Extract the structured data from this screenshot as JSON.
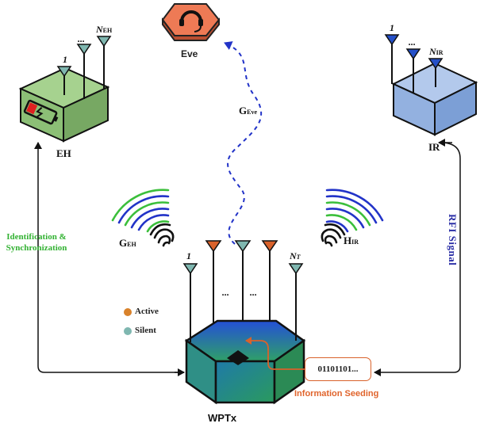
{
  "labels": {
    "eve": "Eve",
    "eh": "EH",
    "ir": "IR",
    "wptx": "WPTx",
    "identification": "Identification & Synchronization",
    "rfi_signal": "RFI Signal",
    "g_eve_main": "G",
    "g_eve_sub": "Eve",
    "g_eh_main": "G",
    "g_eh_sub": "EH",
    "h_ir_main": "H",
    "h_ir_sub": "IR",
    "bits": "01101101...",
    "information_seeding": "Information Seeding"
  },
  "antenna_labels": {
    "eh_first": "1",
    "eh_dots": "...",
    "eh_last_main": "N",
    "eh_last_sub": "EH",
    "ir_first": "1",
    "ir_dots": "...",
    "ir_last_main": "N",
    "ir_last_sub": "IR",
    "tx_first": "1",
    "tx_dots_a": "...",
    "tx_dots_b": "...",
    "tx_last_main": "N",
    "tx_last_sub": "T"
  },
  "legend": [
    {
      "label": "Active",
      "color": "#d9822b"
    },
    {
      "label": "Silent",
      "color": "#7fb7b0"
    }
  ],
  "colors": {
    "eh_box": "#9ec98a",
    "ir_box": "#9bb6e0",
    "eve_box": "#ee7a55",
    "wptx_top": "#2a5fd1",
    "wptx_bottom": "#2e9f6a",
    "active_antenna": "#d9622b",
    "silent_antenna": "#7fb7b0",
    "green_label": "#33b233",
    "blue_label": "#2b2fa6",
    "eve_link": "#2233c8"
  },
  "icons": {
    "eve": "headset-icon",
    "eh_battery": "battery-icon",
    "fingerprints": "fingerprint-icon"
  }
}
